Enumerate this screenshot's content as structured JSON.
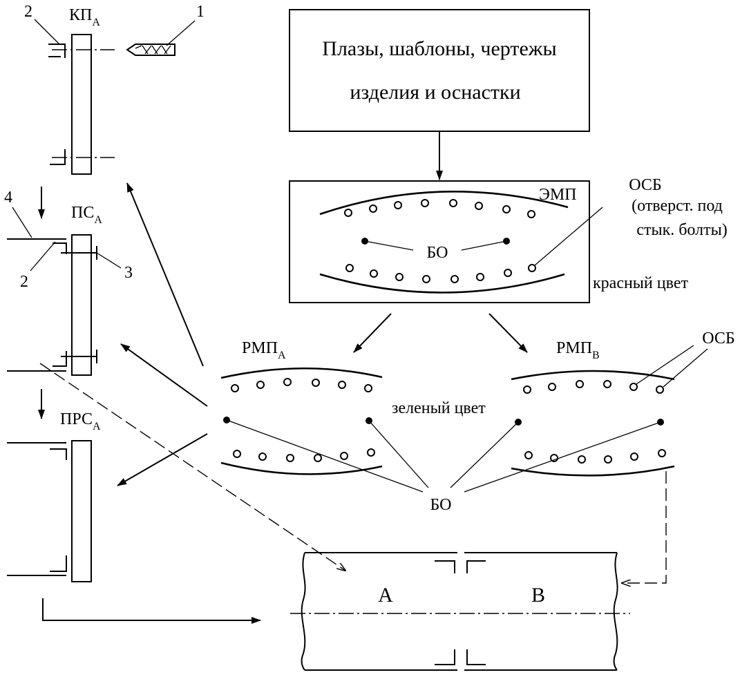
{
  "source_box": {
    "line1": "Плазы, шаблоны, чертежы",
    "line2": "изделия и оснастки"
  },
  "emp": {
    "label": "ЭМП",
    "bo_label": "БО",
    "osb_line1": "ОСБ",
    "osb_line2": "(отверст. под",
    "osb_line3": "стык. болты)",
    "color_note": "красный цвет"
  },
  "rmp_a": {
    "label": "РМП",
    "subscript": "А"
  },
  "rmp_b": {
    "label": "РМП",
    "subscript": "В"
  },
  "rmp_osb_label": "ОСБ",
  "rmp_color_note": "зеленый цвет",
  "rmp_bo_label": "БО",
  "kp": {
    "label": "КП",
    "subscript": "А"
  },
  "ps": {
    "label": "ПС",
    "subscript": "А"
  },
  "prs": {
    "label": "ПРС",
    "subscript": "А"
  },
  "callouts": {
    "n1": "1",
    "n2_top": "2",
    "n2_mid": "2",
    "n3": "3",
    "n4": "4"
  },
  "assembly": {
    "part_a": "А",
    "part_b": "В"
  }
}
